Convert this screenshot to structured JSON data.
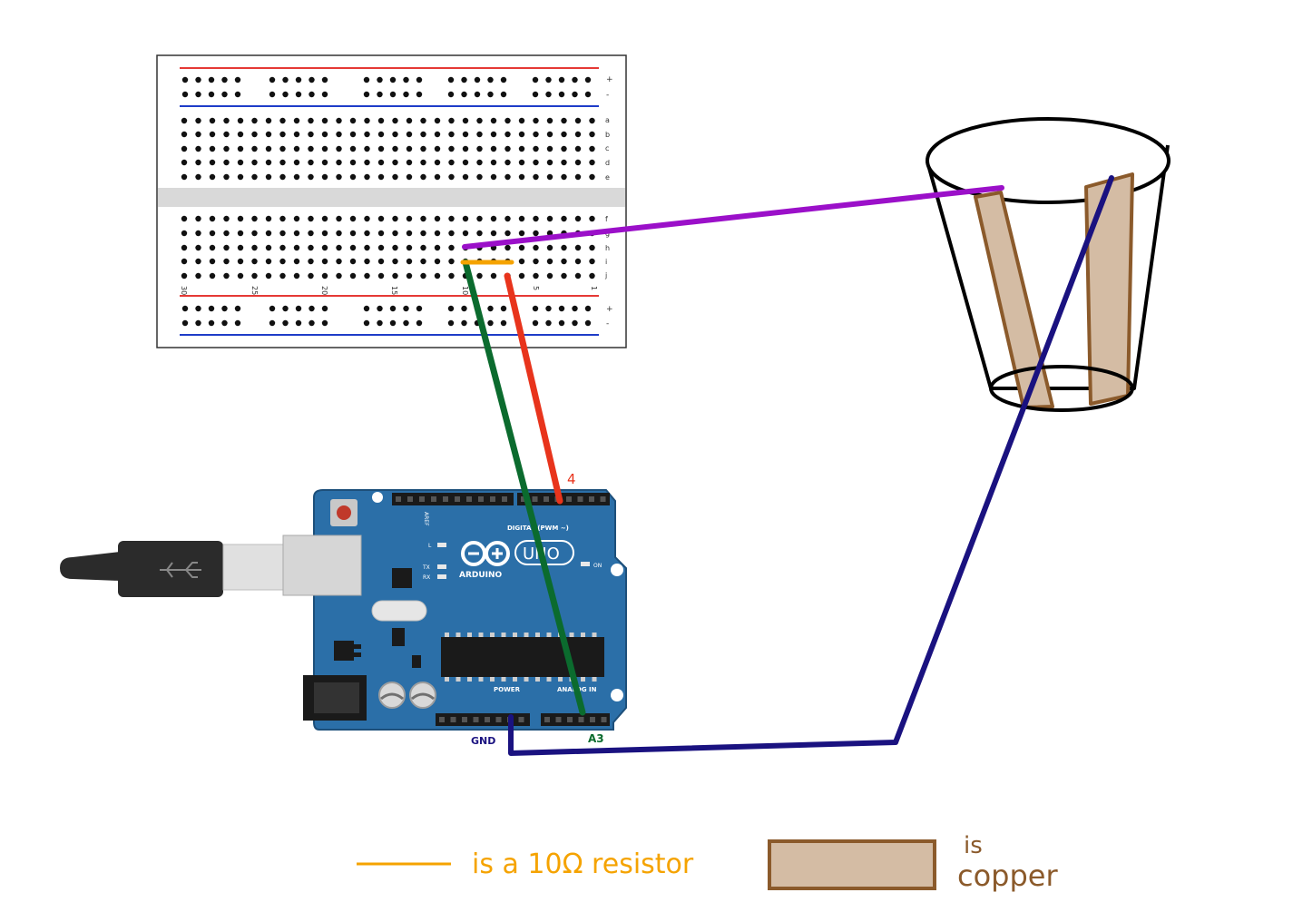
{
  "colors": {
    "background": "#ffffff",
    "rail_positive": "#e53935",
    "rail_negative": "#1e3cc8",
    "wire_purple": "#9b10c9",
    "wire_green": "#0b6b2e",
    "wire_red": "#e8341c",
    "wire_navy": "#1a1280",
    "resistor": "#f5a300",
    "copper_fill": "#d4bca4",
    "copper_stroke": "#8b5a2b",
    "arduino_board": "#2b6fa8",
    "arduino_dark": "#1d4f7a",
    "usb_cable": "#2b2b2b"
  },
  "breadboard": {
    "rail_labels_top": [
      "+",
      "-"
    ],
    "row_labels_top": [
      "a",
      "b",
      "c",
      "d",
      "e"
    ],
    "row_labels_bottom": [
      "f",
      "g",
      "h",
      "i",
      "j"
    ],
    "rail_labels_bottom": [
      "+",
      "-"
    ],
    "column_numbers": [
      "30",
      "25",
      "20",
      "15",
      "10",
      "5",
      "1"
    ]
  },
  "arduino": {
    "brand": "ARDUINO",
    "model": "UNO",
    "digital_header_label": "DIGITAL (PWM ~)",
    "power_label": "POWER",
    "analog_label": "ANALOG IN",
    "tx_label": "TX",
    "rx_label": "RX",
    "l_label": "L",
    "on_label": "ON",
    "aref_label": "AREF"
  },
  "annotations": {
    "pin_4": "4",
    "pin_gnd": "GND",
    "pin_a3": "A3"
  },
  "legend": {
    "resistor_text": "is a 10Ω resistor",
    "copper_text_1": "is",
    "copper_text_2": "copper"
  }
}
